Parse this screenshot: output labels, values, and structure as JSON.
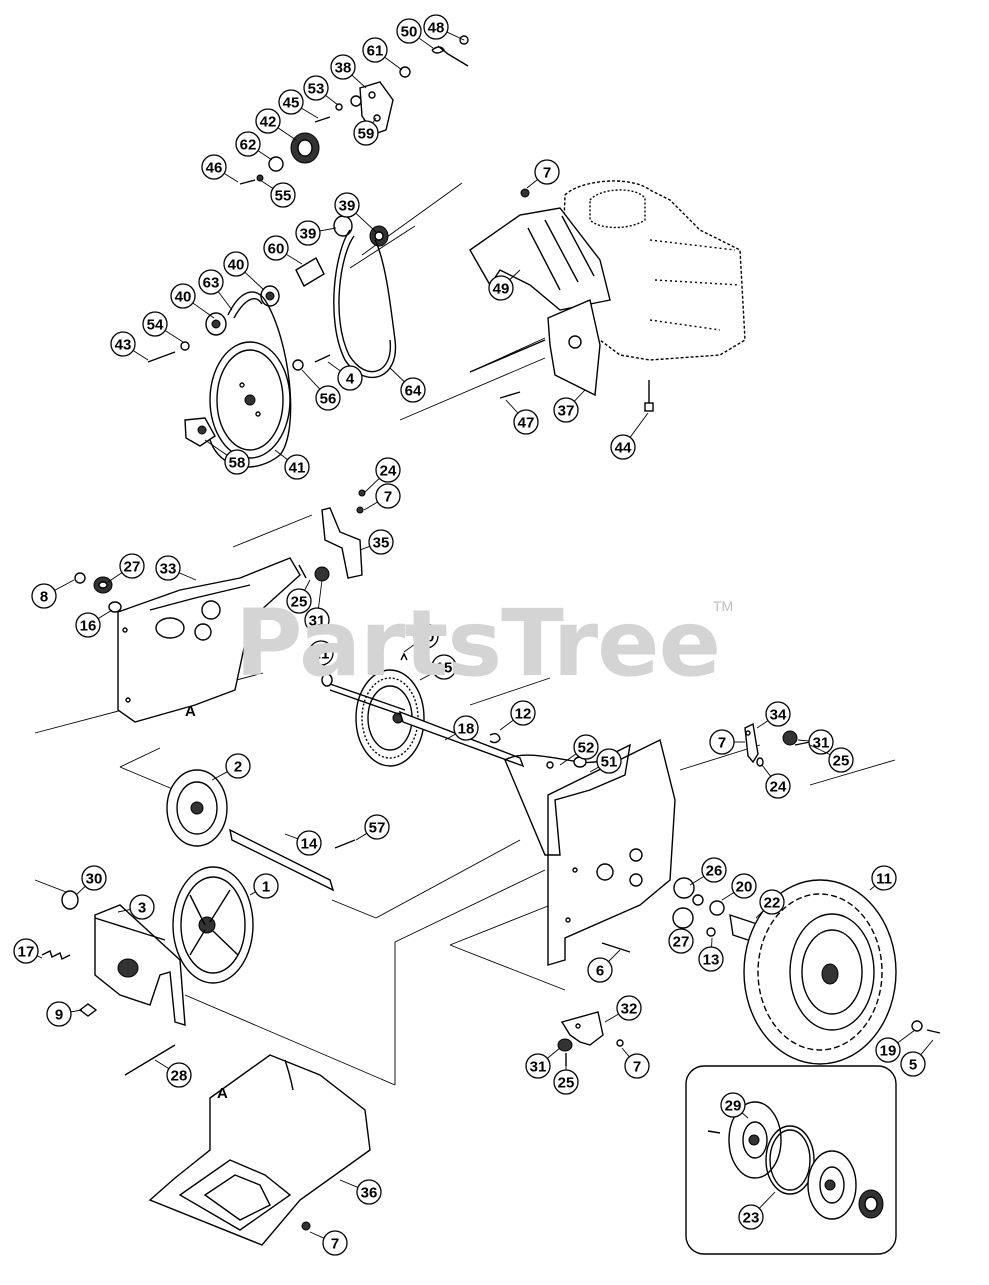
{
  "watermark": {
    "text": "PartsTree",
    "tm": "TM"
  },
  "section_labels": [
    {
      "text": "A"
    },
    {
      "text": "A"
    }
  ],
  "callouts": [
    "48",
    "50",
    "61",
    "38",
    "53",
    "45",
    "42",
    "59",
    "62",
    "46",
    "55",
    "7",
    "39",
    "39",
    "60",
    "40",
    "63",
    "40",
    "54",
    "43",
    "4",
    "56",
    "64",
    "58",
    "41",
    "49",
    "47",
    "37",
    "44",
    "24",
    "7",
    "35",
    "27",
    "33",
    "8",
    "16",
    "25",
    "31",
    "10",
    "21",
    "15",
    "18",
    "12",
    "2",
    "14",
    "57",
    "52",
    "51",
    "7",
    "34",
    "31",
    "25",
    "24",
    "30",
    "3",
    "1",
    "17",
    "9",
    "28",
    "26",
    "20",
    "11",
    "22",
    "27",
    "13",
    "6",
    "32",
    "31",
    "25",
    "7",
    "19",
    "5",
    "29",
    "23",
    "36",
    "7"
  ]
}
